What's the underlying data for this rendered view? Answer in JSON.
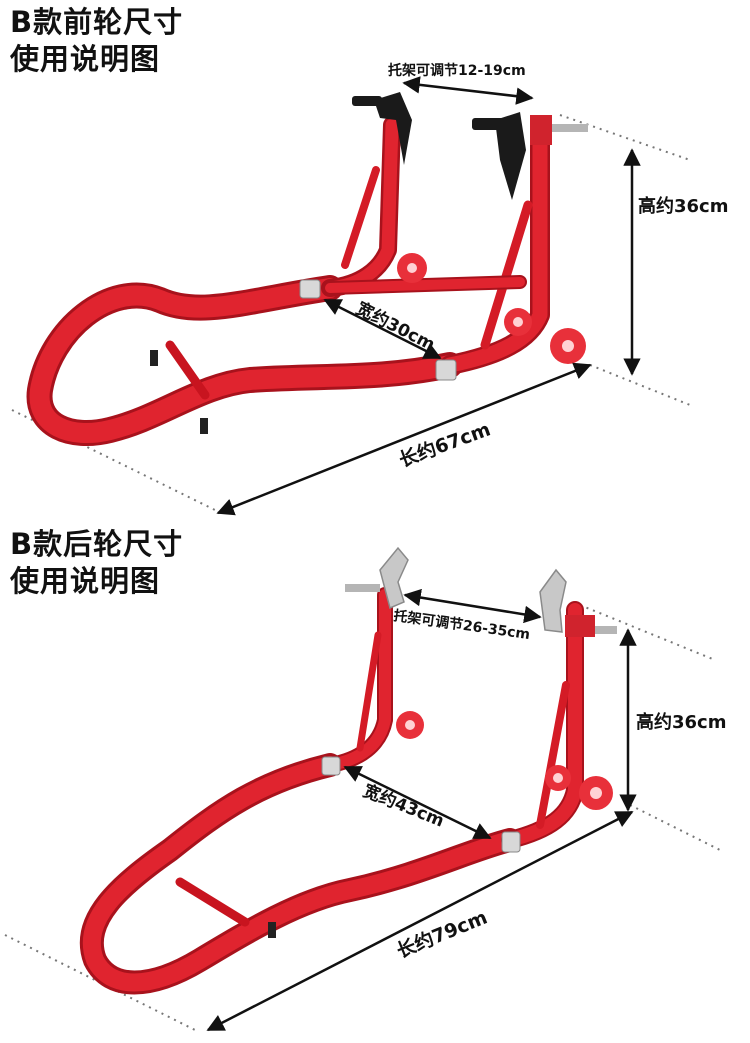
{
  "front": {
    "title_line1": "B款前轮尺寸",
    "title_line2": "使用说明图",
    "bracket_label": "托架可调节12-19cm",
    "height_label": "高约36cm",
    "width_label": "宽约30cm",
    "length_label": "长约67cm"
  },
  "rear": {
    "title_line1": "B款后轮尺寸",
    "title_line2": "使用说明图",
    "bracket_label": "托架可调节26-35cm",
    "height_label": "高约36cm",
    "width_label": "宽约43cm",
    "length_label": "长约79cm"
  },
  "colors": {
    "stand_red": "#e0242f",
    "stand_dark": "#a8121c",
    "wheel": "#e8303a",
    "bracket_black": "#1a1a1a",
    "bracket_silver": "#c8c8c8",
    "dim_line": "#111111"
  }
}
